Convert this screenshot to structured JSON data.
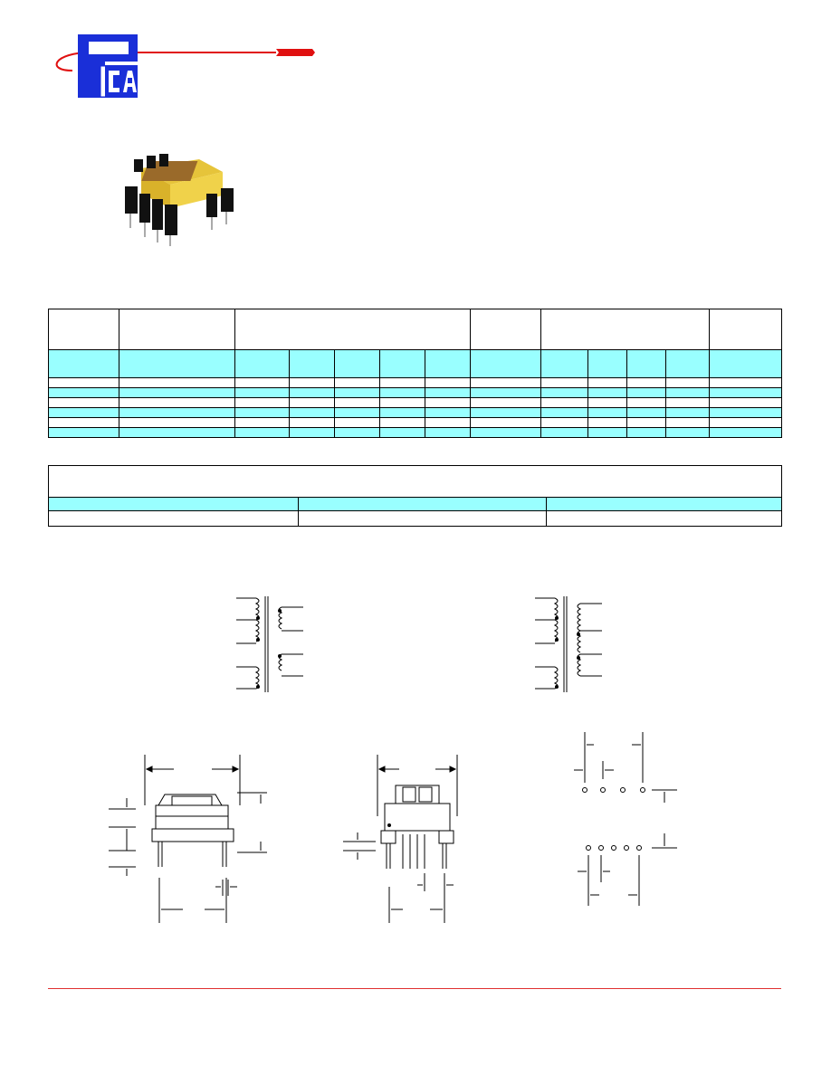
{
  "logo": {
    "letters": "PCA",
    "brand_blue": "#1a2fd8",
    "accent_red": "#e01010"
  },
  "colors": {
    "table_cyan": "#99ffff",
    "rule_red": "#e03030"
  },
  "spec_table": {
    "columns": 15,
    "rows": 5
  },
  "dimension_table": {
    "columns": 3
  }
}
